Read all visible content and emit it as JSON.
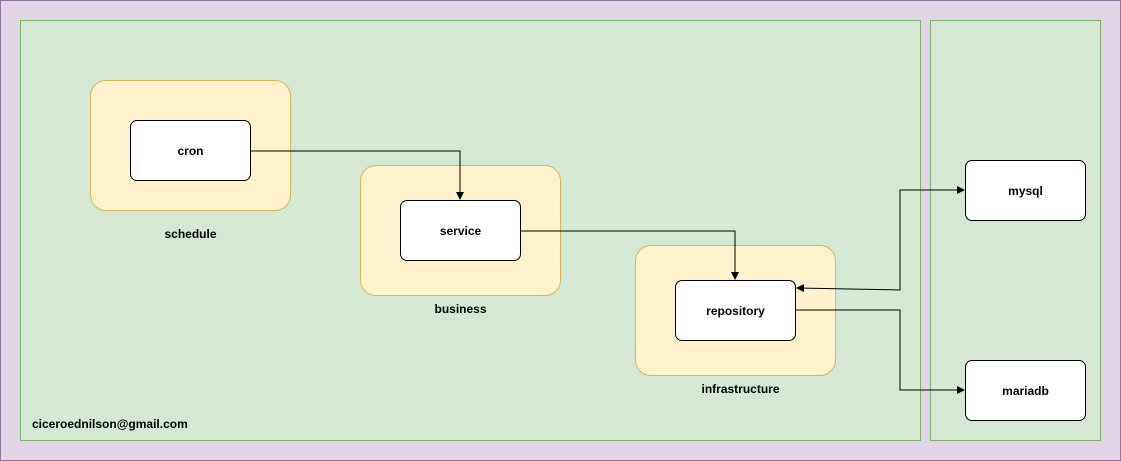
{
  "colors": {
    "outer_fill": "#e1d5e7",
    "outer_stroke": "#9673a6",
    "region_fill": "#d5e8d4",
    "region_stroke": "#82b366",
    "group_fill": "#fff2cc",
    "group_stroke": "#d6b656"
  },
  "groups": {
    "schedule": "schedule",
    "business": "business",
    "infrastructure": "infrastructure"
  },
  "nodes": {
    "cron": "cron",
    "service": "service",
    "repository": "repository",
    "mysql": "mysql",
    "mariadb": "mariadb"
  },
  "edges": [
    {
      "from": "cron",
      "to": "service"
    },
    {
      "from": "service",
      "to": "repository"
    },
    {
      "from": "repository",
      "to": "mysql",
      "bidirectional": true
    },
    {
      "from": "repository",
      "to": "mariadb"
    }
  ],
  "footer": {
    "email": "ciceroednilson@gmail.com"
  }
}
